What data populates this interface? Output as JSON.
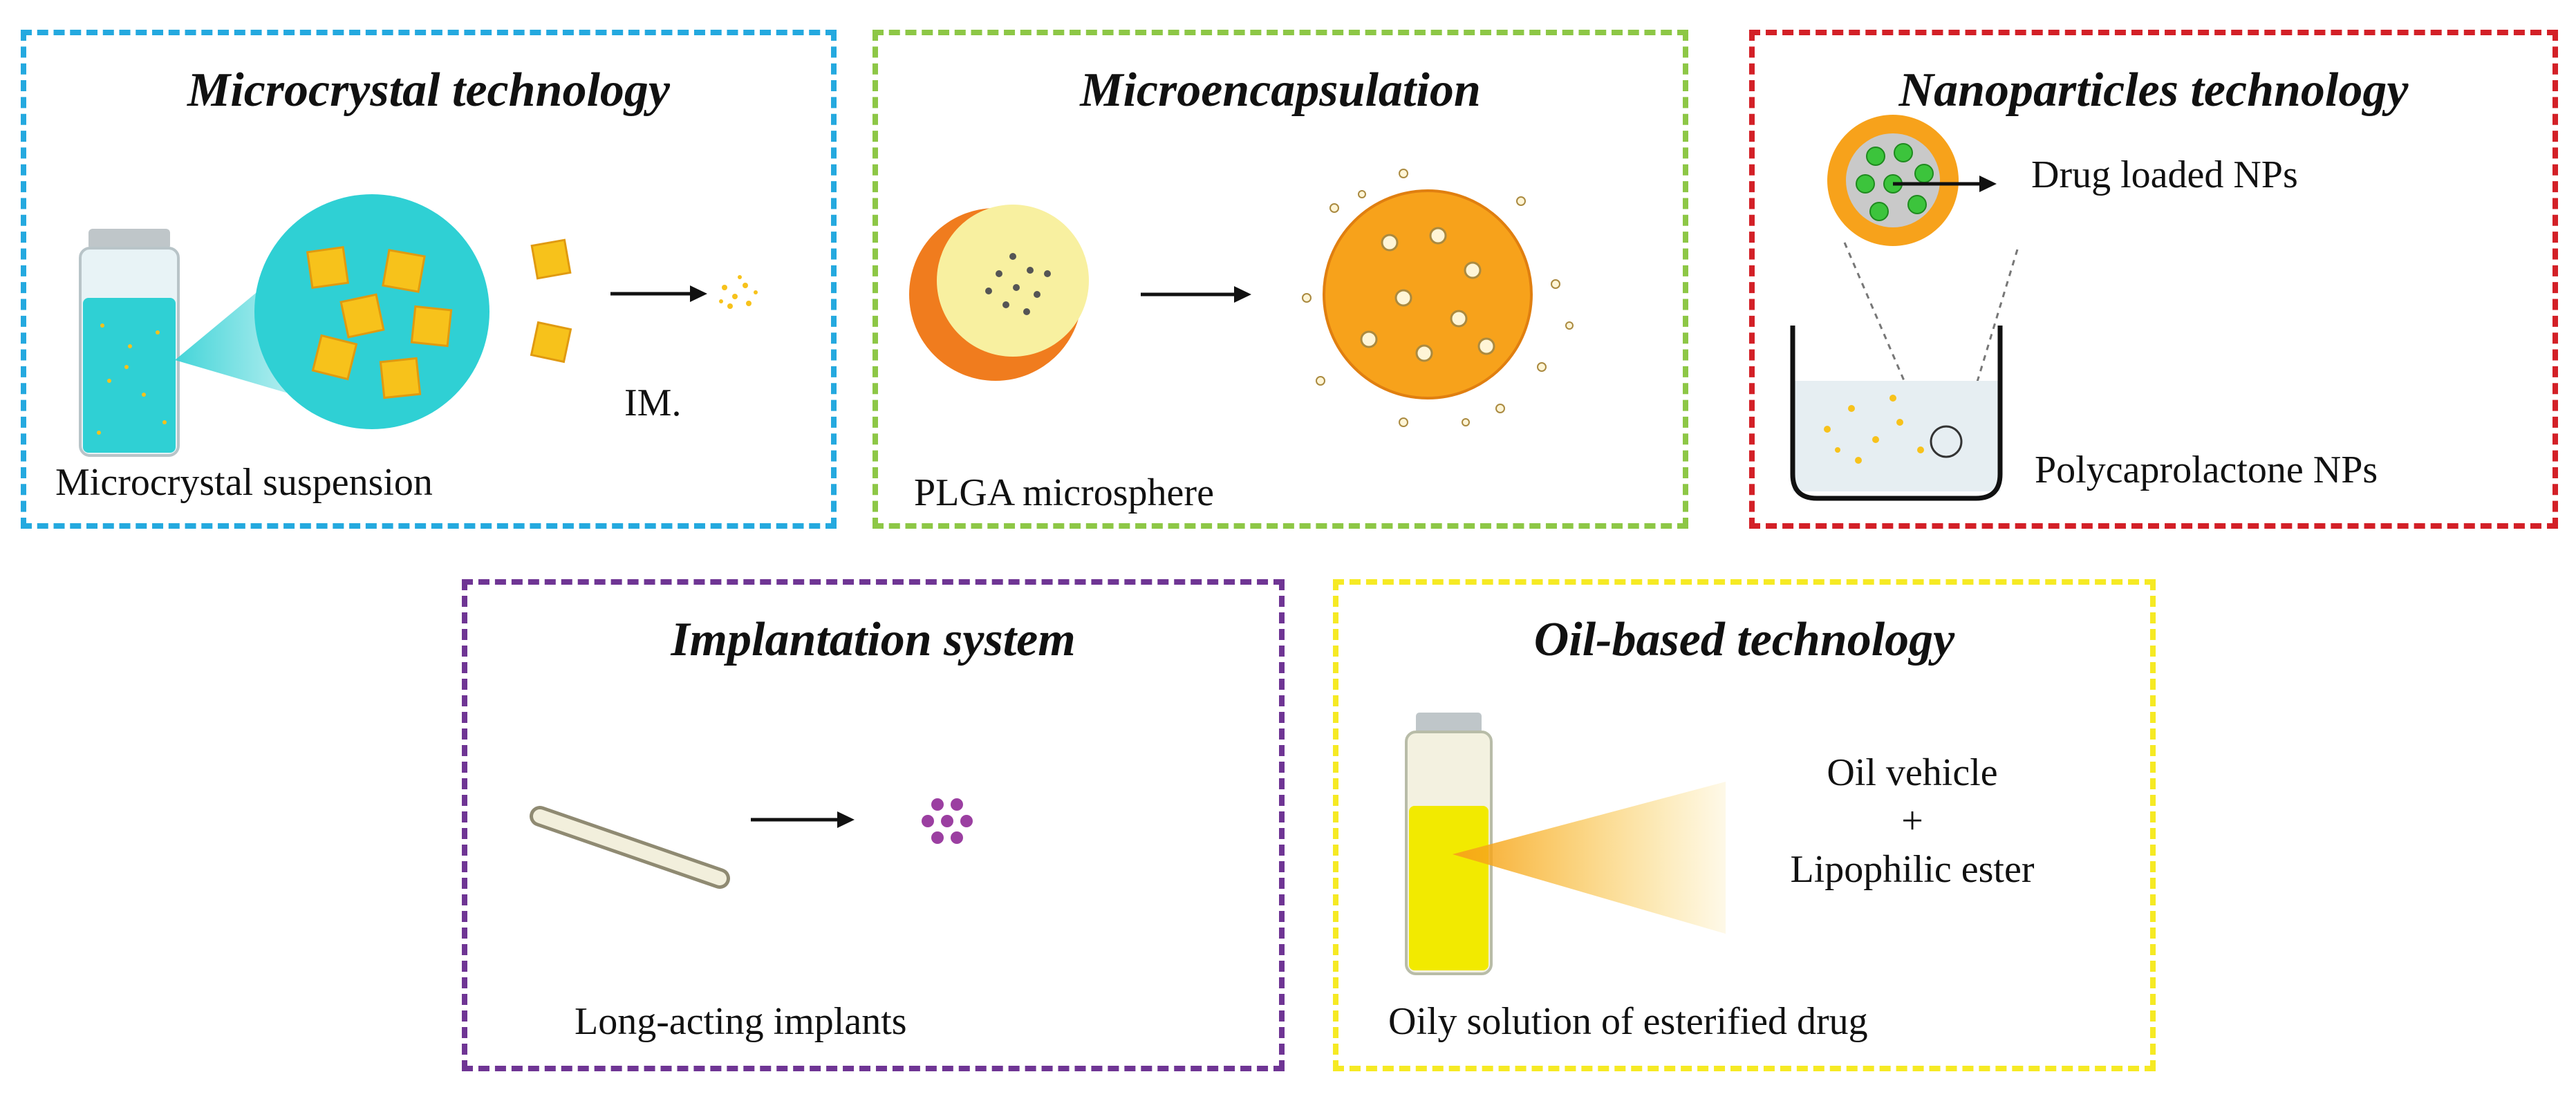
{
  "panels": {
    "microcrystal": {
      "title": "Microcrystal technology",
      "route_label": "IM.",
      "caption": "Microcrystal suspension",
      "border_color": "#24a9df"
    },
    "microencapsulation": {
      "title": "Microencapsulation",
      "caption": "PLGA microsphere",
      "border_color": "#8dc746"
    },
    "nanoparticles": {
      "title": "Nanoparticles technology",
      "np_label": "Drug loaded NPs",
      "caption": "Polycaprolactone NPs",
      "border_color": "#d32027"
    },
    "implantation": {
      "title": "Implantation system",
      "caption": "Long-acting implants",
      "border_color": "#6f3594"
    },
    "oil_based": {
      "title": "Oil-based technology",
      "vehicle_line1": "Oil vehicle",
      "vehicle_plus": "+",
      "vehicle_line2": "Lipophilic ester",
      "caption": "Oily solution of esterified drug",
      "border_color": "#f6ea24"
    }
  },
  "colors": {
    "suspension": "#2fd0d4",
    "crystal": "#f7c21b",
    "microsphere": "#f7a21b",
    "np_core": "#3cc43c",
    "implant_particles": "#9b3fa1",
    "oil": "#f2ea00"
  },
  "icons": [
    "vial-icon",
    "crystal-icon",
    "arrow-icon",
    "microsphere-icon",
    "nanoparticle-icon",
    "beaker-icon",
    "implant-rod-icon",
    "oil-vial-icon"
  ]
}
